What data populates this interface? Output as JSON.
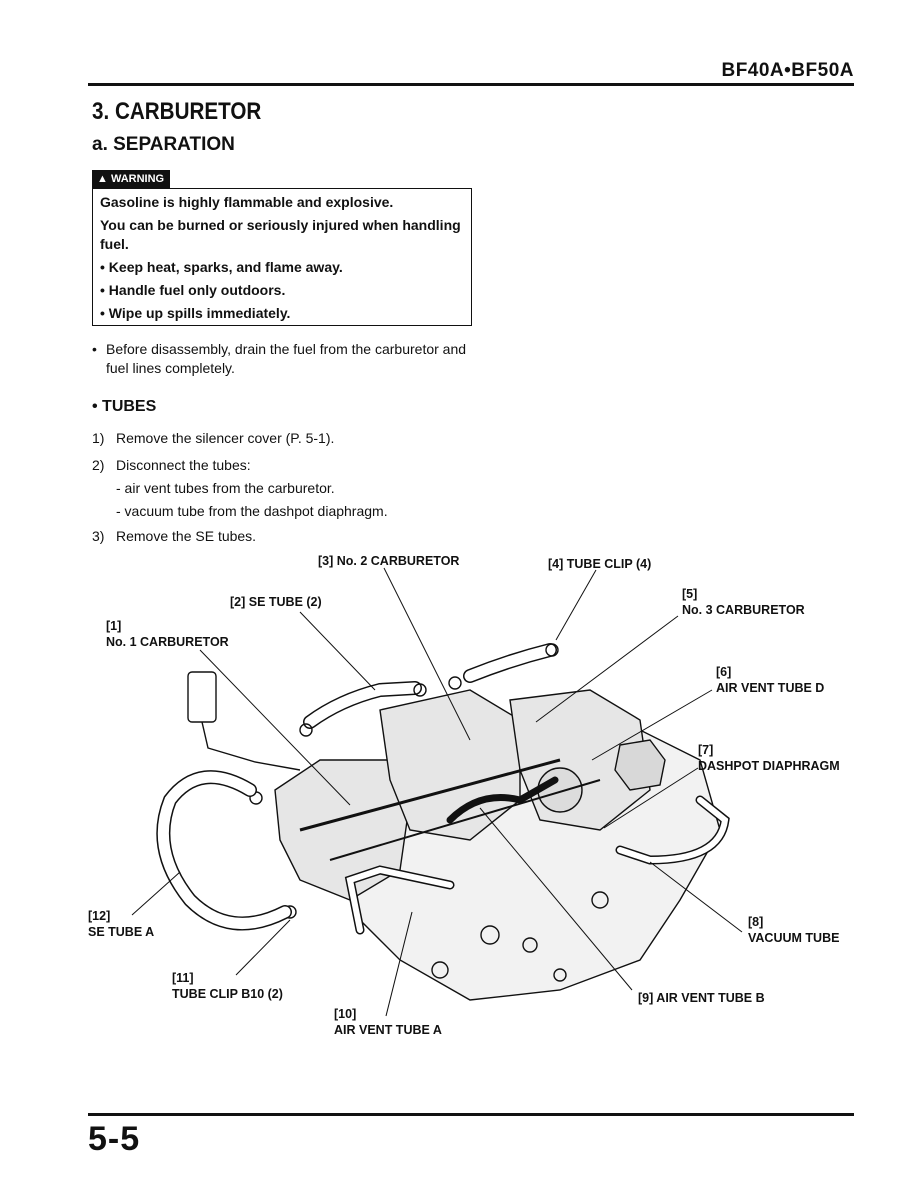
{
  "header": {
    "model": "BF40A•BF50A"
  },
  "section": {
    "title": "3. CARBURETOR",
    "subtitle": "a. SEPARATION"
  },
  "warning": {
    "tag": "WARNING",
    "line1": "Gasoline is highly flammable and explosive.",
    "line2": "You can be burned or seriously injured when handling fuel.",
    "bullets": [
      "• Keep heat, sparks, and flame away.",
      "• Handle fuel only outdoors.",
      "• Wipe up spills immediately."
    ]
  },
  "note": {
    "bullet": "•",
    "text": "Before disassembly, drain the fuel from the carburetor and fuel lines completely."
  },
  "tubes": {
    "heading": "• TUBES",
    "steps": [
      {
        "num": "1)",
        "text": "Remove the silencer cover (P. 5-1)."
      },
      {
        "num": "2)",
        "text": "Disconnect the tubes:"
      },
      {
        "num": "3)",
        "text": "Remove the SE tubes."
      }
    ],
    "sublines": [
      "- air vent tubes from the carburetor.",
      "- vacuum tube from the dashpot diaphragm."
    ]
  },
  "labels": {
    "l1a": "[1]",
    "l1b": "No. 1 CARBURETOR",
    "l2": "[2] SE TUBE (2)",
    "l3": "[3] No. 2 CARBURETOR",
    "l4": "[4] TUBE CLIP (4)",
    "l5a": "[5]",
    "l5b": "No. 3 CARBURETOR",
    "l6a": "[6]",
    "l6b": "AIR VENT TUBE D",
    "l7a": "[7]",
    "l7b": "DASHPOT DIAPHRAGM",
    "l8a": "[8]",
    "l8b": "VACUUM TUBE",
    "l9": "[9] AIR VENT TUBE B",
    "l10a": "[10]",
    "l10b": "AIR VENT TUBE A",
    "l11a": "[11]",
    "l11b": "TUBE CLIP B10 (2)",
    "l12a": "[12]",
    "l12b": "SE TUBE A"
  },
  "footer": {
    "page": "5-5"
  }
}
